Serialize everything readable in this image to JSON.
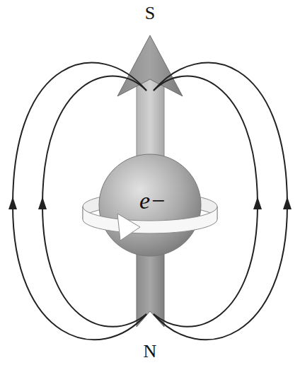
{
  "diagram": {
    "nodes": [
      {
        "text": [
          "e−"
        ]
      }
    ],
    "labels": [
      "S",
      "N"
    ]
  }
}
